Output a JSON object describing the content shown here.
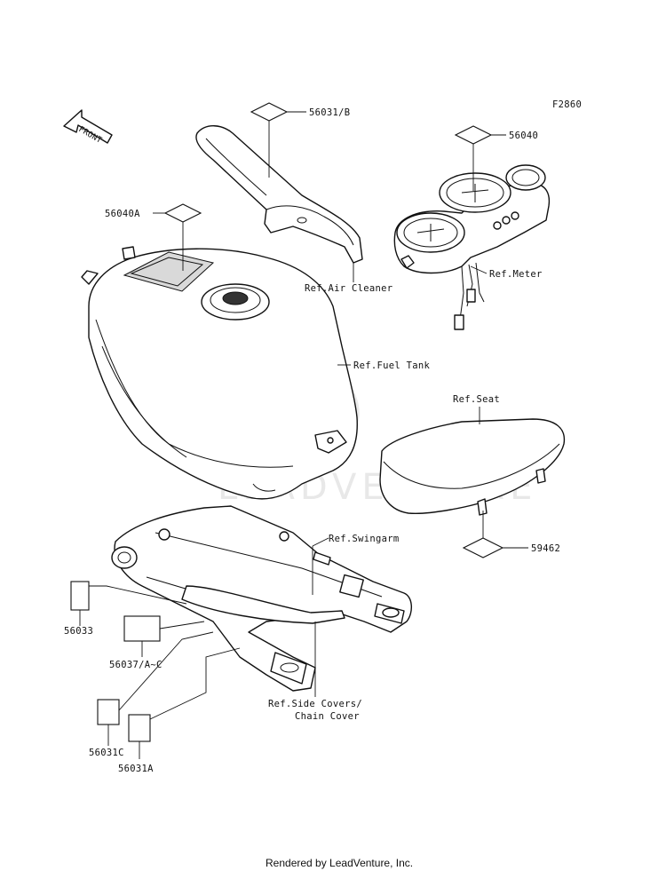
{
  "figure_code": "F2860",
  "front_arrow": "FRONT",
  "watermark": "LEADVENTURE",
  "footer": "Rendered by LeadVenture, Inc.",
  "labels": {
    "p56031b": "56031/B",
    "p56040": "56040",
    "p56040a": "56040A",
    "ref_air_cleaner": "Ref.Air Cleaner",
    "ref_meter": "Ref.Meter",
    "ref_fuel_tank": "Ref.Fuel Tank",
    "ref_seat": "Ref.Seat",
    "ref_swingarm": "Ref.Swingarm",
    "p59462": "59462",
    "p56033": "56033",
    "p56037": "56037/A~C",
    "ref_side_covers_1": "Ref.Side Covers/",
    "ref_side_covers_2": "Chain Cover",
    "p56031c": "56031C",
    "p56031a": "56031A"
  }
}
